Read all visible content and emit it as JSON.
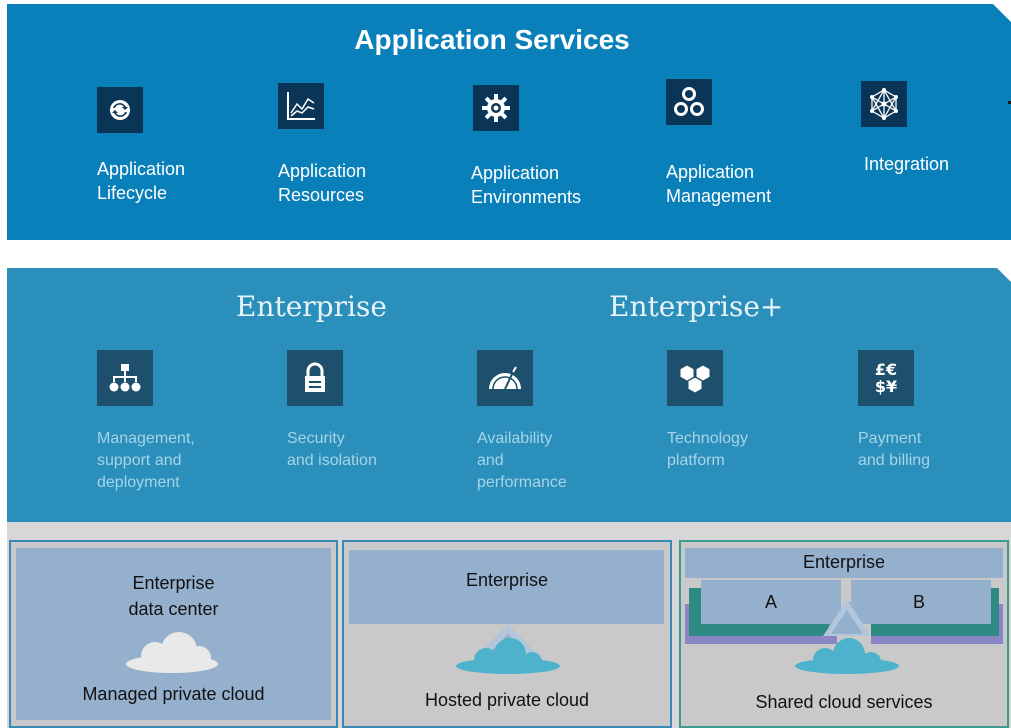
{
  "app_services": {
    "title": "Application Services",
    "items": [
      {
        "icon": "refresh-icon",
        "line1": "Application",
        "line2": "Lifecycle"
      },
      {
        "icon": "line-chart-icon",
        "line1": "Application",
        "line2": "Resources"
      },
      {
        "icon": "gear-icon",
        "line1": "Application",
        "line2": "Environments"
      },
      {
        "icon": "network-rings-icon",
        "line1": "Application",
        "line2": "Management"
      },
      {
        "icon": "mesh-network-icon",
        "line1": "Integration",
        "line2": ""
      }
    ]
  },
  "tiers": {
    "enterprise": "Enterprise",
    "enterprise_plus": "Enterprise+"
  },
  "features": [
    {
      "icon": "org-chart-icon",
      "lines": [
        "Management,",
        "support and",
        "deployment"
      ]
    },
    {
      "icon": "padlock-icon",
      "lines": [
        "Security",
        "and isolation",
        ""
      ]
    },
    {
      "icon": "speedometer-icon",
      "lines": [
        "Availability",
        "and",
        "performance"
      ]
    },
    {
      "icon": "cubes-icon",
      "lines": [
        "Technology",
        "platform",
        ""
      ]
    },
    {
      "icon": "currency-icon",
      "currency_text": "£€ $¥",
      "lines": [
        "Payment",
        "and billing",
        ""
      ]
    }
  ],
  "deployments": [
    {
      "top1": "Enterprise",
      "top2": "data center",
      "bottom": "Managed private cloud"
    },
    {
      "top1": "Enterprise",
      "bottom": "Hosted private cloud"
    },
    {
      "top1": "Enterprise",
      "tenant_a": "A",
      "tenant_b": "B",
      "bottom": "Shared cloud services"
    }
  ],
  "colors": {
    "top_band": "#0a80ba",
    "mid_band": "#2a8fba",
    "icon_dark": "#0b3556",
    "cloud_teal": "#4db3cd",
    "teal_bar": "#2e8b84",
    "purple_bar": "#8a86c6"
  }
}
